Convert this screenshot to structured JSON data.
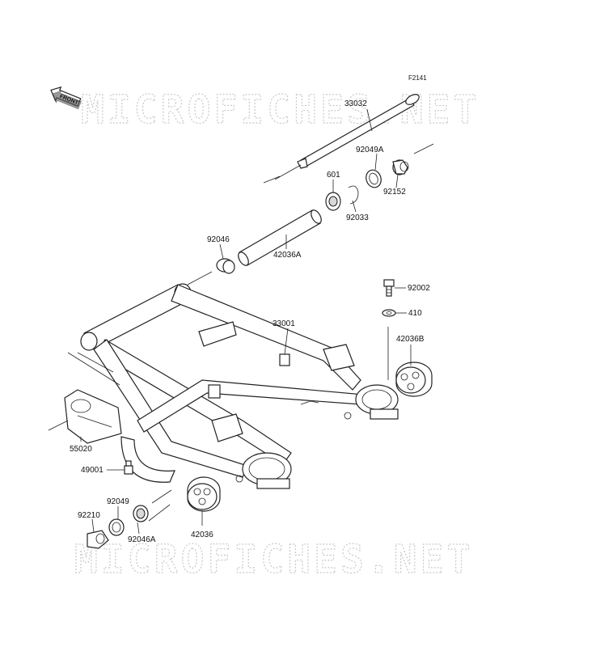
{
  "figure_ref": "F2141",
  "front_label": "FRONT",
  "watermark": "MICROFICHES.NET",
  "parts": [
    {
      "id": "p33032",
      "number": "33032"
    },
    {
      "id": "p92049a",
      "number": "92049A"
    },
    {
      "id": "p601",
      "number": "601"
    },
    {
      "id": "p92152",
      "number": "92152"
    },
    {
      "id": "p92033",
      "number": "92033"
    },
    {
      "id": "p92046",
      "number": "92046"
    },
    {
      "id": "p42036a",
      "number": "42036A"
    },
    {
      "id": "p92002",
      "number": "92002"
    },
    {
      "id": "p410",
      "number": "410"
    },
    {
      "id": "p33001",
      "number": "33001"
    },
    {
      "id": "p42036b",
      "number": "42036B"
    },
    {
      "id": "p55020",
      "number": "55020"
    },
    {
      "id": "p49001",
      "number": "49001"
    },
    {
      "id": "p92049",
      "number": "92049"
    },
    {
      "id": "p92210",
      "number": "92210"
    },
    {
      "id": "p92046a",
      "number": "92046A"
    },
    {
      "id": "p42036",
      "number": "42036"
    }
  ]
}
